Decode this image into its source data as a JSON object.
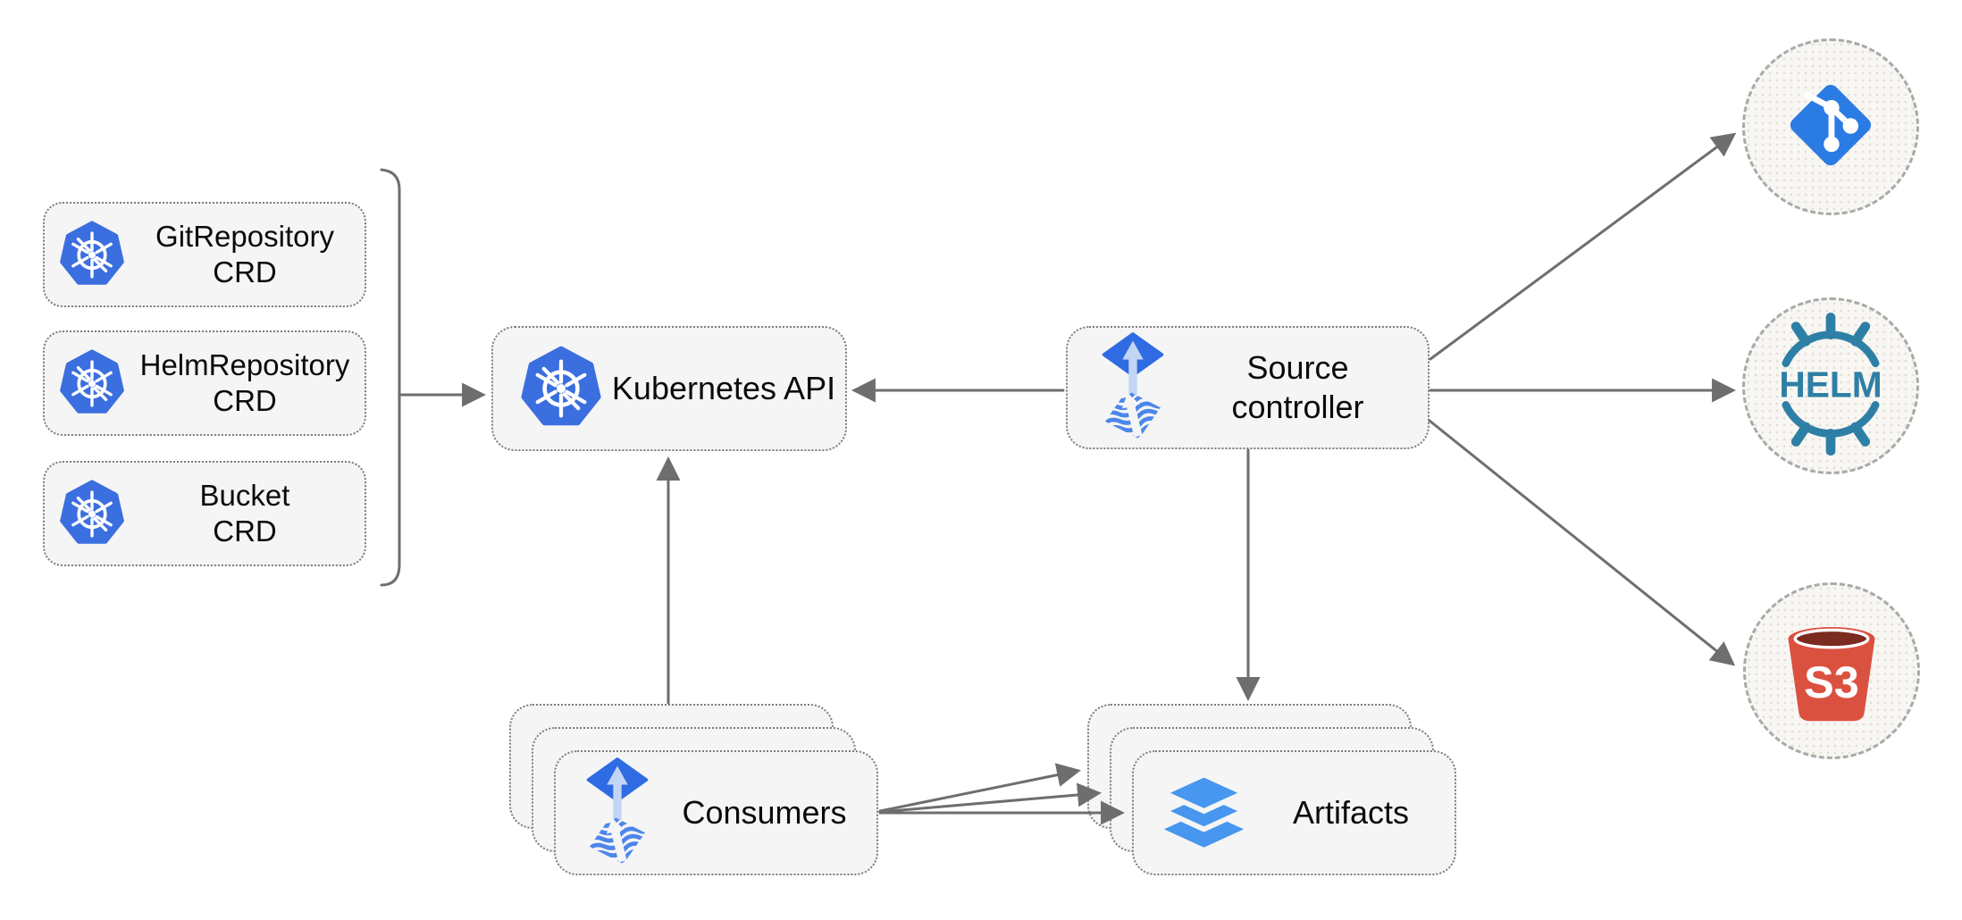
{
  "nodes": {
    "crd_boxes": [
      {
        "icon": "kubernetes-icon",
        "line1": "GitRepository",
        "line2": "CRD"
      },
      {
        "icon": "kubernetes-icon",
        "line1": "HelmRepository",
        "line2": "CRD"
      },
      {
        "icon": "kubernetes-icon",
        "line1": "Bucket",
        "line2": "CRD"
      }
    ],
    "kubernetes_api": {
      "icon": "kubernetes-icon",
      "label": "Kubernetes API"
    },
    "source_controller": {
      "icon": "flux-icon",
      "line1": "Source",
      "line2": "controller"
    },
    "consumers": {
      "icon": "flux-icon",
      "label": "Consumers"
    },
    "artifacts": {
      "icon": "layers-icon",
      "label": "Artifacts"
    },
    "external_sources": {
      "git": {
        "icon": "git-icon"
      },
      "helm": {
        "icon": "helm-icon",
        "label": "HELM"
      },
      "s3": {
        "icon": "s3-bucket-icon",
        "label": "S3"
      }
    }
  },
  "colors": {
    "k8s_blue": "#3b6fdf",
    "flux_blue": "#2f6be2",
    "flux_light": "#c2d5f5",
    "flux_wave": "#4d86ea",
    "layers_blue": "#4796ef",
    "git_blue": "#2b7be4",
    "helm_teal": "#2e7fa5",
    "s3_red": "#DB5140",
    "s3_dark": "#7a2a1f",
    "line": "#6e6e6e",
    "box_fill": "#f5f5f5",
    "box_border": "#7d7d7d",
    "circle_fill": "#f8f7f3",
    "circle_border": "#a9a9a9",
    "text": "#0b0b0b"
  }
}
